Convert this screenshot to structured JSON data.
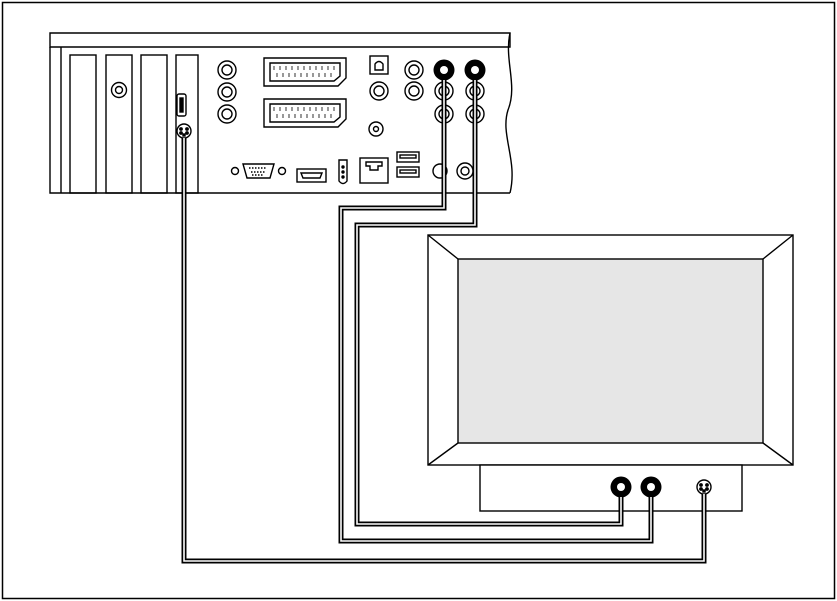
{
  "figure": {
    "type": "connection-diagram",
    "devices": [
      {
        "id": "pc-rear-panel",
        "kind": "computer rear panel"
      },
      {
        "id": "tv",
        "kind": "television"
      }
    ],
    "cables": [
      {
        "id": "cable-s-video",
        "from": "pc-svideo-port",
        "to": "tv-svideo-port"
      },
      {
        "id": "cable-composite-1",
        "from": "pc-rca-port-top-left",
        "to": "tv-rca-port-left"
      },
      {
        "id": "cable-composite-2",
        "from": "pc-rca-port-top-right",
        "to": "tv-rca-port-right"
      }
    ],
    "colors": {
      "line": "#000000",
      "screen": "#e6e6e6",
      "background": "#ffffff"
    }
  }
}
